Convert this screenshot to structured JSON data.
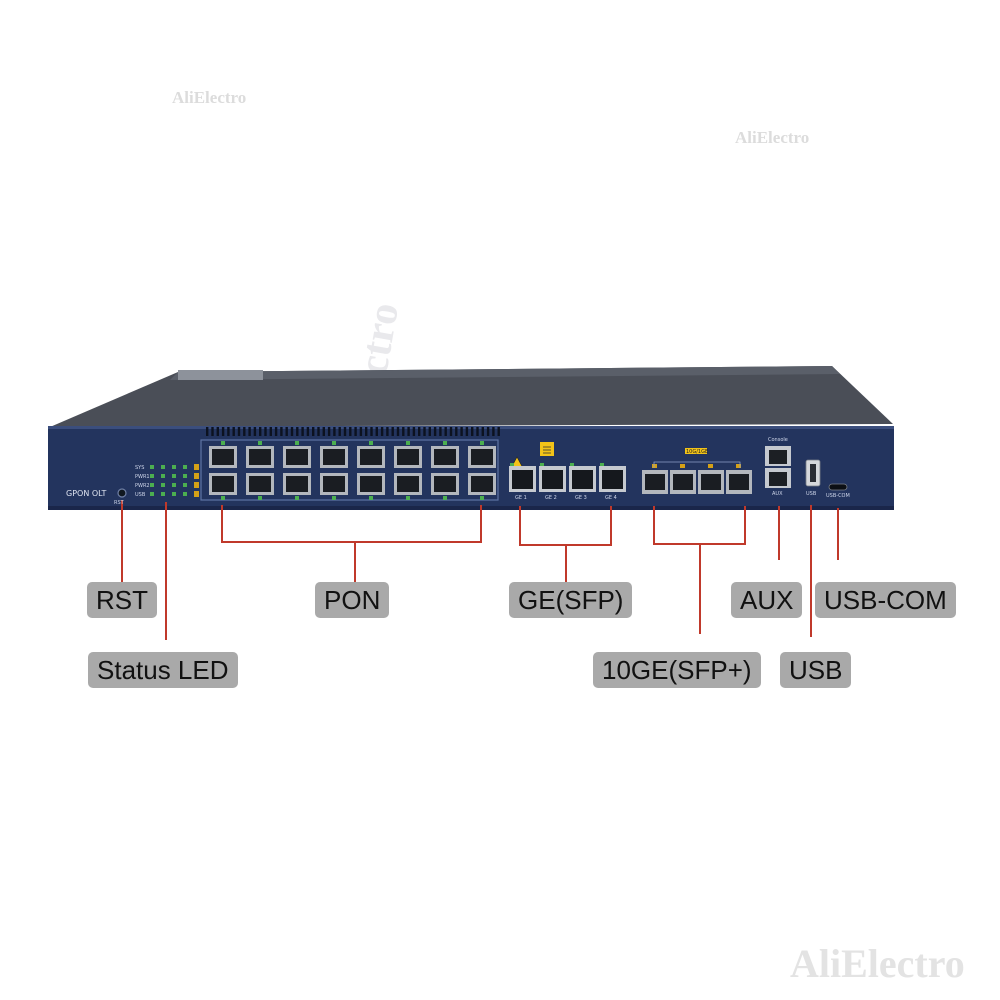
{
  "watermark": {
    "text": "AliElectro"
  },
  "device": {
    "model": "GPON OLT",
    "rst_label": "RST",
    "led_labels": [
      "SYS",
      "PWR1",
      "PWR2",
      "USB"
    ],
    "ge_port_labels": [
      "GE 1",
      "GE 2",
      "GE 3",
      "GE 4"
    ],
    "xge_group_label": "10G/1GE",
    "console_label": "Console",
    "aux_label": "AUX",
    "usb_label": "USB",
    "usbcom_label": "USB-COM"
  },
  "callouts": {
    "rst": "RST",
    "status_led": "Status LED",
    "pon": "PON",
    "ge_sfp": "GE(SFP)",
    "xge_sfp": "10GE(SFP+)",
    "aux": "AUX",
    "usb_com": "USB-COM",
    "usb": "USB"
  },
  "colors": {
    "chassis_top": "#4a4e57",
    "front_panel": "#23345e",
    "callout_line": "#c0392b",
    "callout_bg": "#a9a9a9"
  }
}
